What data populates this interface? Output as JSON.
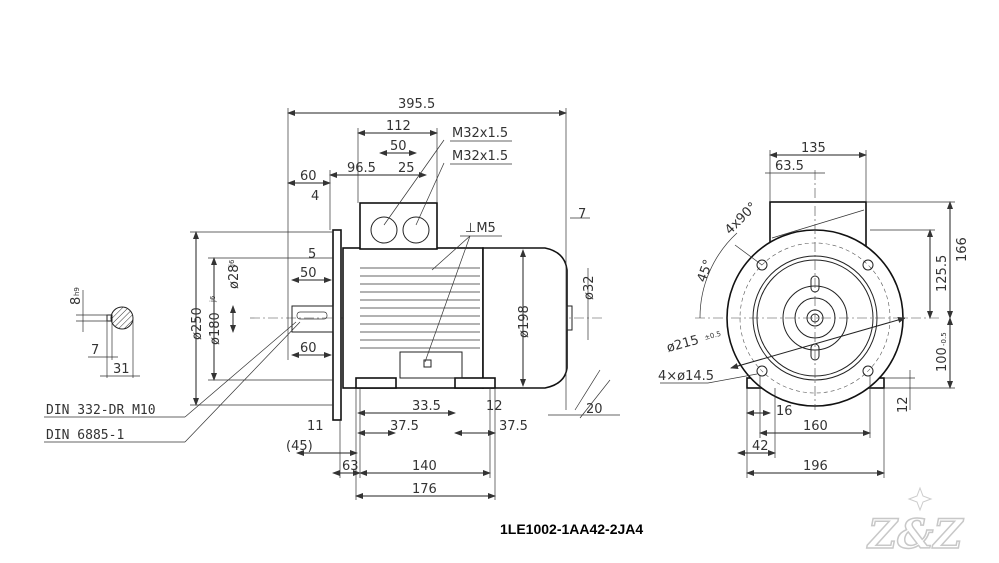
{
  "drawing": {
    "model_code": "1LE1002-1AA42-2JA4",
    "logo_text": "Z&Z",
    "side_view": {
      "overall_length": "395.5",
      "terminal_box_width": "112",
      "gland_spacing": "50",
      "gland_offset": "96.5",
      "gland_offset_2": "25",
      "flange_to_box": "60",
      "flange_thickness": "4",
      "cable_gland_1": "M32x1.5",
      "cable_gland_2": "M32x1.5",
      "earth_thread": "⊥M5",
      "fan_gap": "7",
      "spigot_offset": "5",
      "shaft_key_length": "50",
      "shaft_length": "60",
      "flange_diameter": "ø250",
      "spigot_diameter": "ø180",
      "spigot_tolerance": "j6",
      "shaft_diameter": "ø28",
      "shaft_tolerance": "j6",
      "body_diameter": "ø198",
      "rear_shaft_diameter": "ø32",
      "rear_clearance": "20",
      "centre_hole": "DIN 332-DR M10",
      "key_standard": "DIN 6885-1",
      "foot_hole_a": "33.5",
      "foot_width": "12",
      "flange_to_foot": "11",
      "foot_hole_b": "37.5",
      "foot_hole_c": "37.5",
      "flange_ref": "(45)",
      "foot_offset": "63",
      "foot_spacing": "140",
      "foot_length": "176"
    },
    "key_section": {
      "key_width": "8",
      "key_tolerance": "h9",
      "key_depth": "7",
      "shaft_height": "31"
    },
    "front_view": {
      "box_width": "135",
      "box_offset": "63.5",
      "height_to_top": "166",
      "height_to_gland": "125.5",
      "shaft_height": "100",
      "shaft_height_tolerance": "-0.5",
      "foot_thickness": "12",
      "angle": "45°",
      "hole_pattern": "4x90°",
      "pitch_diameter": "ø215",
      "pitch_tolerance": "±0.5",
      "hole_spec": "4×ø14.5",
      "foot_edge": "16",
      "foot_hole_spacing": "160",
      "foot_overhang": "42",
      "foot_total_width": "196"
    }
  }
}
